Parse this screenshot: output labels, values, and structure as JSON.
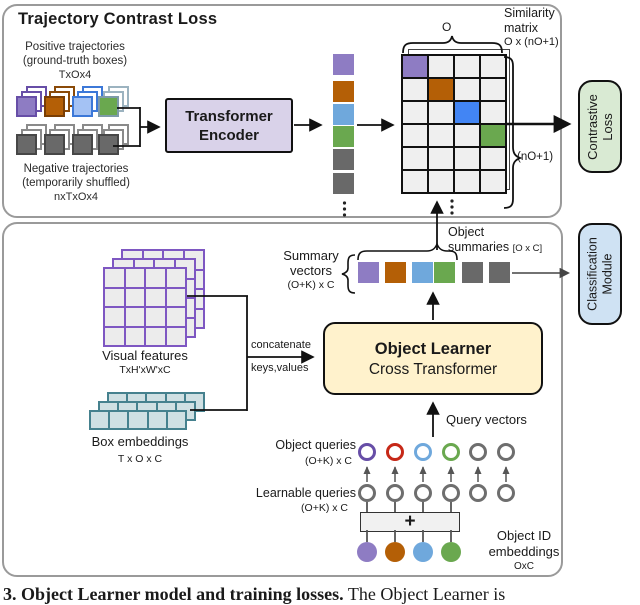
{
  "colors": {
    "purple": "#8e7cc3",
    "purple_dark": "#674ea7",
    "orange": "#b45f06",
    "orange_dark": "#7a3e04",
    "blue_light": "#6fa8dc",
    "blue_traj": "#a4c2f4",
    "blue_border": "#3c78d8",
    "blue_vivid": "#4285f4",
    "green": "#6aa84f",
    "green_back": "#9cb3c0",
    "green_border": "#7d9aa8",
    "gray": "#696969",
    "gray_dark": "#474747",
    "gray_back": "#8a8a8a",
    "red_ring": "#c62817",
    "ring_gray": "#6e6e6e",
    "panel_border": "#9a9a9a",
    "encoder_bg": "#d9d2e9",
    "learner_bg": "#fff2cc",
    "contrastive_bg": "#d9ead3",
    "classification_bg": "#cfe2f3",
    "matrix_cell": "#efefef"
  },
  "top_panel": {
    "title": "Trajectory Contrast Loss",
    "positive": {
      "line1": "Positive trajectories",
      "line2": "(ground-truth boxes)",
      "dims": "TxOx4",
      "stacks": [
        {
          "fill": "#8e7cc3",
          "border": "#674ea7",
          "back": "#674ea7"
        },
        {
          "fill": "#b45f06",
          "border": "#7a3e04",
          "back": "#8a4a08"
        },
        {
          "fill": "#a4c2f4",
          "border": "#3c78d8",
          "back": "#3c78d8"
        },
        {
          "fill": "#6aa84f",
          "border": "#7d9aa8",
          "back": "#9cb3c0"
        }
      ]
    },
    "negative": {
      "line1": "Negative trajectories",
      "line2": "(temporarily shuffled)",
      "dims": "nxTxOx4",
      "stacks": [
        {
          "fill": "#696969",
          "border": "#474747",
          "back": "#8a8a8a"
        },
        {
          "fill": "#696969",
          "border": "#474747",
          "back": "#8a8a8a"
        },
        {
          "fill": "#696969",
          "border": "#474747",
          "back": "#8a8a8a"
        },
        {
          "fill": "#696969",
          "border": "#474747",
          "back": "#8a8a8a"
        }
      ]
    },
    "encoder": {
      "line1": "Transformer",
      "line2": "Encoder"
    },
    "column_squares": [
      "#8e7cc3",
      "#b45f06",
      "#6fa8dc",
      "#6aa84f",
      "#696969",
      "#696969"
    ],
    "matrix": {
      "rows": 6,
      "cols": 4,
      "diagonal": [
        {
          "index": 0,
          "color": "#8e7cc3"
        },
        {
          "index": 5,
          "color": "#b45f06"
        },
        {
          "index": 10,
          "color": "#4285f4"
        },
        {
          "index": 15,
          "color": "#6aa84f"
        }
      ],
      "brace_top_label": "O",
      "brace_side_label": "(nO+1)",
      "title_line1": "Similarity",
      "title_line2": "matrix",
      "dims": "O x (nO+1)"
    },
    "contrastive": {
      "line1": "Contrastive",
      "line2": "Loss"
    }
  },
  "bottom_panel": {
    "visual_features": {
      "label": "Visual features",
      "dims": "TxH'xW'xC"
    },
    "box_embeddings": {
      "label": "Box embeddings",
      "dims": "T x O x C"
    },
    "concatenate": {
      "line1": "concatenate",
      "line2": "keys,values"
    },
    "object_learner": {
      "line1": "Object Learner",
      "line2": "Cross Transformer"
    },
    "summary": {
      "line1": "Summary",
      "line2": "vectors",
      "dims": "(O+K) x C",
      "squares": [
        "#8e7cc3",
        "#b45f06",
        "#6fa8dc",
        "#6aa84f",
        "#696969",
        "#696969"
      ]
    },
    "object_summaries": {
      "line1": "Object",
      "line2": "summaries",
      "dims": "[O x C]"
    },
    "classification": {
      "line1": "Classification",
      "line2": "Module"
    },
    "query_vectors_label": "Query vectors",
    "object_queries": {
      "label": "Object queries",
      "dims": "(O+K) x C",
      "rings": [
        "#674ea7",
        "#c62817",
        "#6fa8dc",
        "#6aa84f",
        "#6e6e6e",
        "#6e6e6e"
      ]
    },
    "learnable_queries": {
      "label": "Learnable queries",
      "dims": "(O+K) x C",
      "count": 6,
      "ring": "#6e6e6e"
    },
    "plus_label": "+",
    "object_id": {
      "line1": "Object ID",
      "line2": "embeddings",
      "dims": "OxC",
      "fills": [
        "#8e7cc3",
        "#b45f06",
        "#6fa8dc",
        "#6aa84f"
      ]
    }
  },
  "caption": {
    "bold": "3. Object Learner model and training losses.",
    "regular": "The Object Learner is"
  }
}
